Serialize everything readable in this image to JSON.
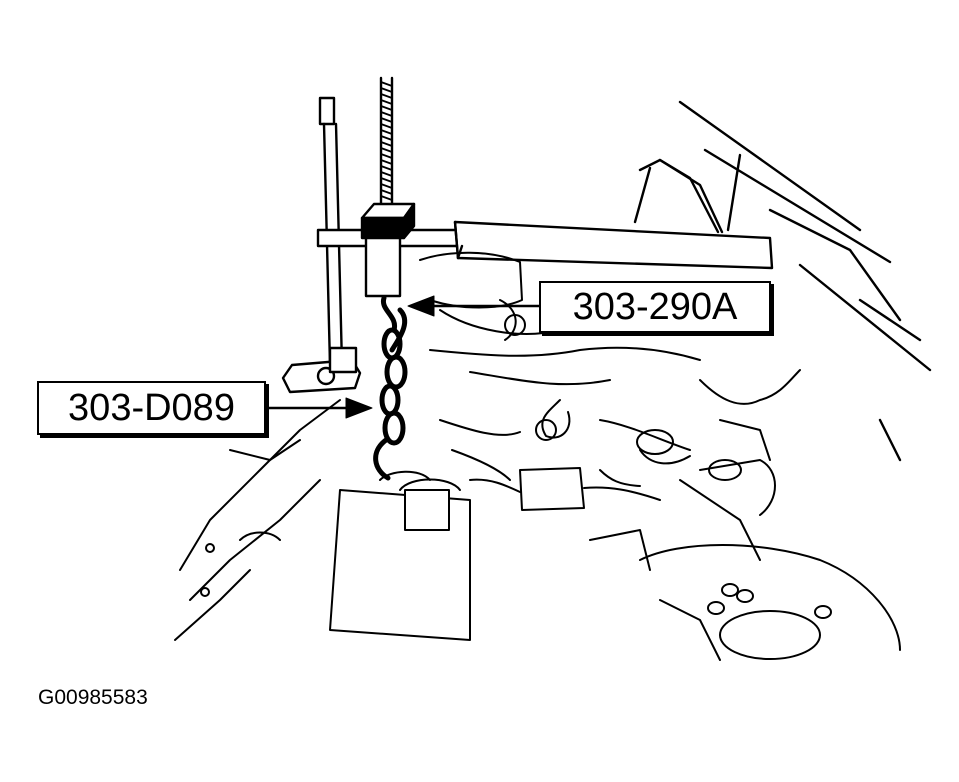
{
  "callouts": {
    "top_tool": "303-290A",
    "left_tool": "303-D089"
  },
  "figure_id": "G00985583",
  "colors": {
    "line": "#000000",
    "background": "#ffffff"
  }
}
